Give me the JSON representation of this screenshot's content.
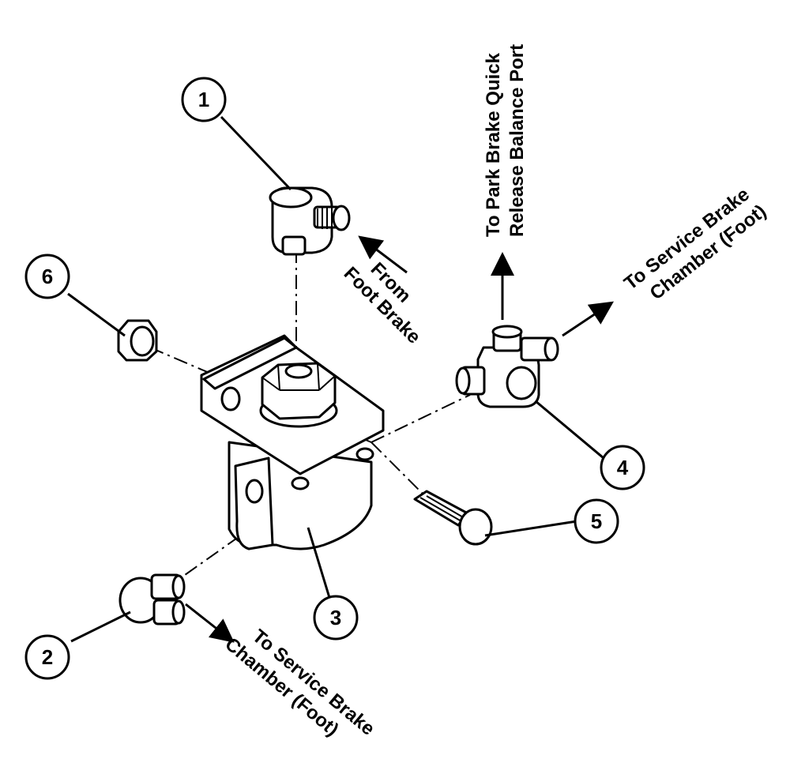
{
  "callouts": [
    "1",
    "2",
    "3",
    "4",
    "5",
    "6"
  ],
  "labels": {
    "from_foot_brake_1": "From",
    "from_foot_brake_2": "Foot Brake",
    "park_brake_1": "To Park Brake Quick",
    "park_brake_2": "Release Balance Port",
    "service_right_1": "To Service Brake",
    "service_right_2": "Chamber (Foot)",
    "service_left_1": "To Service Brake",
    "service_left_2": "Chamber (Foot)"
  }
}
